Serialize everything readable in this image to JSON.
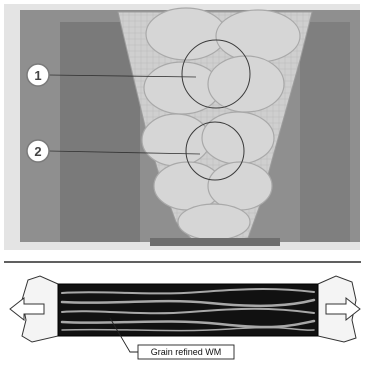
{
  "macrograph": {
    "callouts": [
      {
        "number": "1"
      },
      {
        "number": "2"
      }
    ]
  },
  "tensile_specimen": {
    "label": "Grain refined WM"
  }
}
